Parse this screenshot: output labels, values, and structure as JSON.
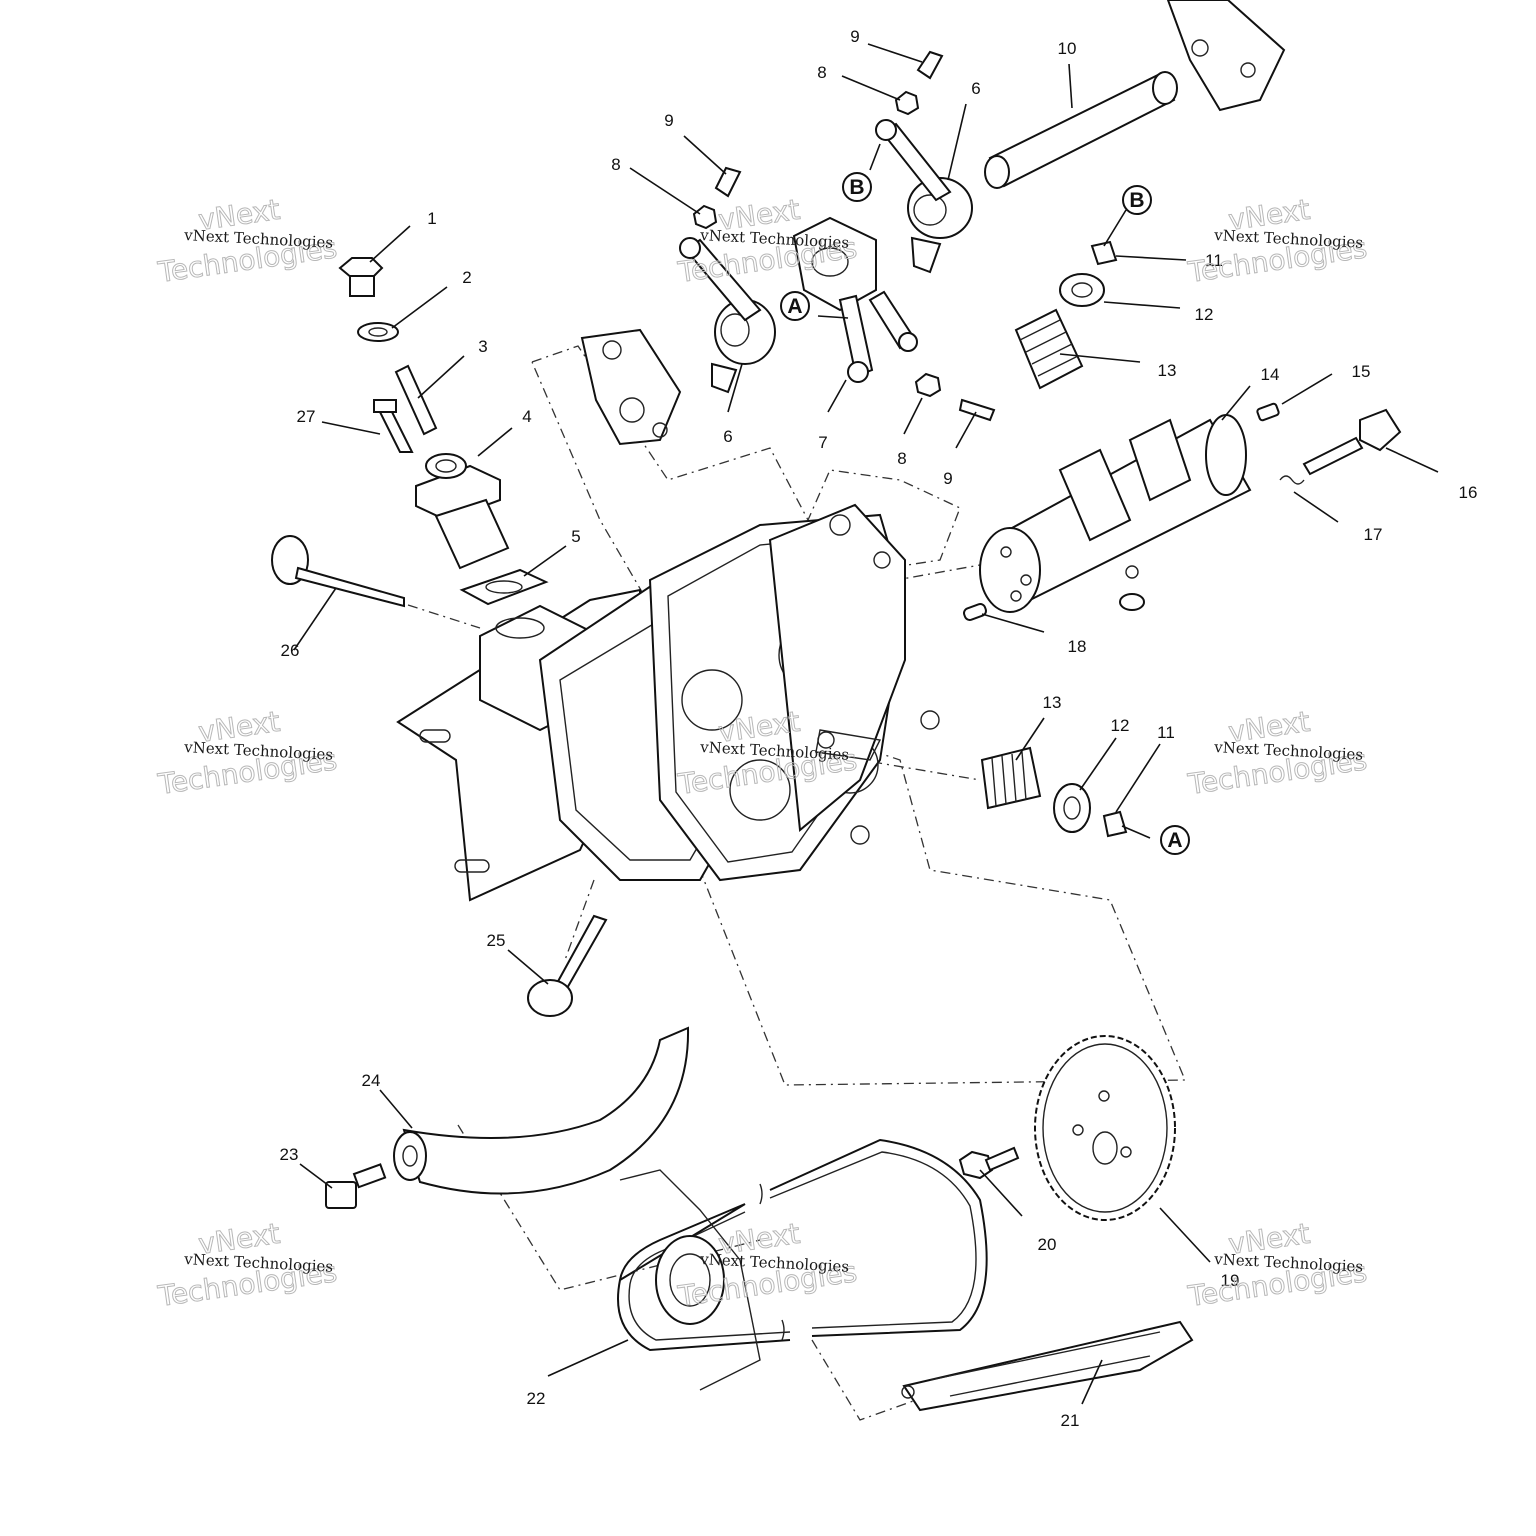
{
  "callouts": [
    {
      "id": "1",
      "label": "1"
    },
    {
      "id": "2",
      "label": "2"
    },
    {
      "id": "3",
      "label": "3"
    },
    {
      "id": "4",
      "label": "4"
    },
    {
      "id": "5",
      "label": "5"
    },
    {
      "id": "6a",
      "label": "6"
    },
    {
      "id": "6b",
      "label": "6"
    },
    {
      "id": "7",
      "label": "7"
    },
    {
      "id": "8a",
      "label": "8"
    },
    {
      "id": "8b",
      "label": "8"
    },
    {
      "id": "8c",
      "label": "8"
    },
    {
      "id": "9a",
      "label": "9"
    },
    {
      "id": "9b",
      "label": "9"
    },
    {
      "id": "9c",
      "label": "9"
    },
    {
      "id": "10",
      "label": "10"
    },
    {
      "id": "11a",
      "label": "11"
    },
    {
      "id": "11b",
      "label": "11"
    },
    {
      "id": "12a",
      "label": "12"
    },
    {
      "id": "12b",
      "label": "12"
    },
    {
      "id": "13a",
      "label": "13"
    },
    {
      "id": "13b",
      "label": "13"
    },
    {
      "id": "14",
      "label": "14"
    },
    {
      "id": "15",
      "label": "15"
    },
    {
      "id": "16",
      "label": "16"
    },
    {
      "id": "17",
      "label": "17"
    },
    {
      "id": "18",
      "label": "18"
    },
    {
      "id": "19",
      "label": "19"
    },
    {
      "id": "20",
      "label": "20"
    },
    {
      "id": "21",
      "label": "21"
    },
    {
      "id": "22",
      "label": "22"
    },
    {
      "id": "23",
      "label": "23"
    },
    {
      "id": "24",
      "label": "24"
    },
    {
      "id": "25",
      "label": "25"
    },
    {
      "id": "26",
      "label": "26"
    },
    {
      "id": "27",
      "label": "27"
    }
  ],
  "reference_markers": [
    {
      "id": "A1",
      "label": "A"
    },
    {
      "id": "B1",
      "label": "B"
    },
    {
      "id": "B2",
      "label": "B"
    },
    {
      "id": "A2",
      "label": "A"
    }
  ],
  "watermark": {
    "line_small": "vNext Technologies",
    "line_big_1": "vNext",
    "line_big_2": "Technologies"
  }
}
